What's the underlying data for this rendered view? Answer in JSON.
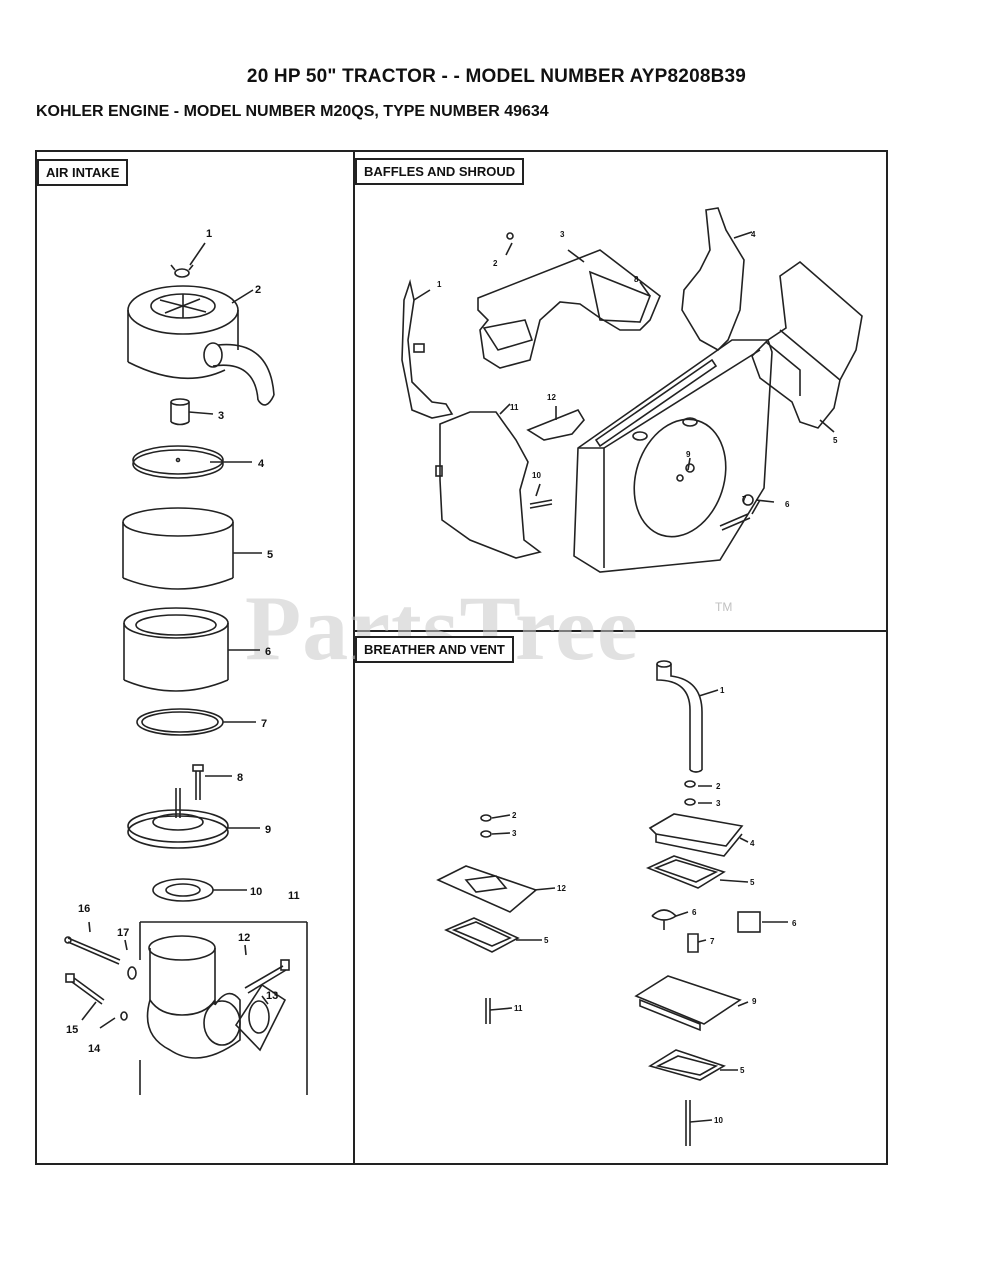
{
  "header": {
    "title": "20 HP 50\" TRACTOR - - MODEL NUMBER AYP8208B39",
    "subtitle": "KOHLER ENGINE - MODEL NUMBER M20QS, TYPE NUMBER 49634"
  },
  "sections": {
    "air_intake": "AIR INTAKE",
    "baffles": "BAFFLES AND SHROUD",
    "breather": "BREATHER AND VENT"
  },
  "watermark": {
    "text": "PartsTree",
    "tm": "TM"
  },
  "callouts": {
    "air": [
      "1",
      "2",
      "3",
      "4",
      "5",
      "6",
      "7",
      "8",
      "9",
      "10",
      "11",
      "12",
      "13",
      "14",
      "15",
      "16",
      "17"
    ],
    "baffle": [
      "1",
      "2",
      "3",
      "4",
      "5",
      "6",
      "7",
      "8",
      "9",
      "10",
      "11",
      "12"
    ],
    "breather": [
      "1",
      "2",
      "3",
      "2",
      "3",
      "4",
      "5",
      "12",
      "5",
      "6",
      "6",
      "7",
      "11",
      "9",
      "5",
      "10"
    ]
  }
}
